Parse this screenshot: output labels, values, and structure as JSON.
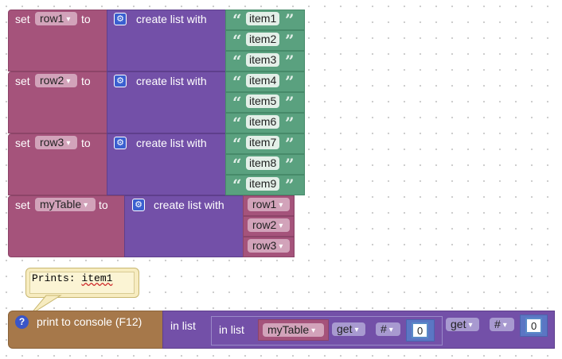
{
  "rows": [
    {
      "set_label": "set",
      "var_name": "row1",
      "to_label": "to",
      "create_label": "create list with",
      "items": [
        "item1",
        "item2",
        "item3"
      ]
    },
    {
      "set_label": "set",
      "var_name": "row2",
      "to_label": "to",
      "create_label": "create list with",
      "items": [
        "item4",
        "item5",
        "item6"
      ]
    },
    {
      "set_label": "set",
      "var_name": "row3",
      "to_label": "to",
      "create_label": "create list with",
      "items": [
        "item7",
        "item8",
        "item9"
      ]
    }
  ],
  "table": {
    "set_label": "set",
    "var_name": "myTable",
    "to_label": "to",
    "create_label": "create list with",
    "items": [
      "row1",
      "row2",
      "row3"
    ]
  },
  "dropdown_arrow": "▾",
  "quote_open": "“",
  "quote_close": "”",
  "comment": {
    "prefix": "Prints: ",
    "value": "item1"
  },
  "print": {
    "help": "?",
    "label": "print to console (F12)",
    "in_list_outer": "in list",
    "in_list_inner": "in list",
    "table_var": "myTable",
    "get_inner": "get",
    "hash_inner": "#",
    "index_inner": "0",
    "get_outer": "get",
    "hash_outer": "#",
    "index_outer": "0"
  },
  "colors": {
    "variable": "#a5537b",
    "list": "#7350a8",
    "text": "#5aa17f",
    "print": "#a6784a"
  }
}
